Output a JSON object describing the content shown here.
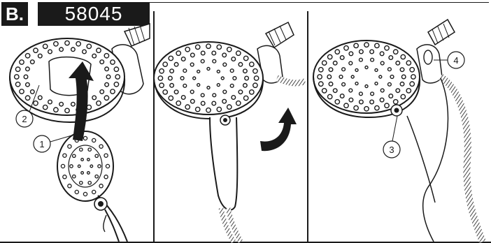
{
  "header": {
    "section": "B.",
    "model": "58045"
  },
  "callouts": {
    "c1": "1",
    "c2": "2",
    "c3": "3",
    "c4": "4"
  },
  "colors": {
    "ink": "#1a1a1a",
    "paper": "#ffffff"
  },
  "icons": [
    "shower-head-docked-icon",
    "handshower-icon",
    "curved-arrow-icon",
    "hose-icon"
  ]
}
